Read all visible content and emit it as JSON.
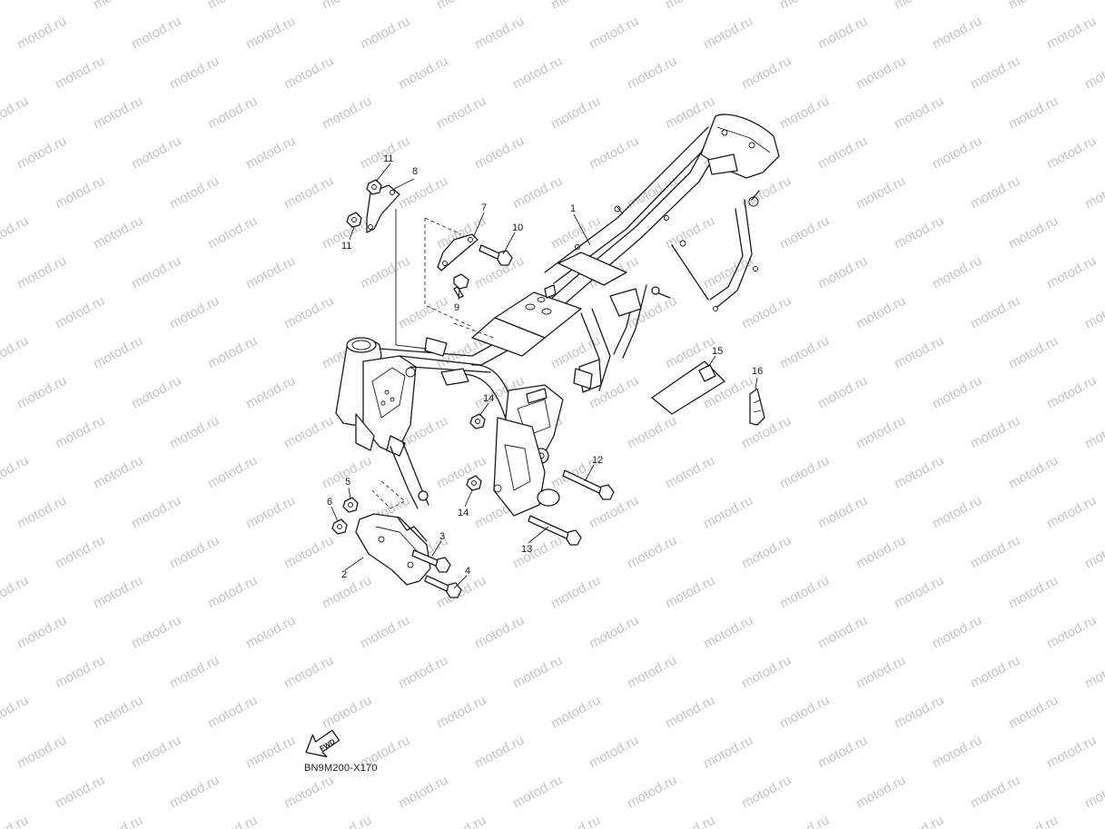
{
  "watermark": "motod.ru",
  "diagram_code": "BN9M200-X170",
  "fwd_label": "FWD",
  "callouts": [
    "1",
    "2",
    "3",
    "4",
    "5",
    "6",
    "7",
    "8",
    "9",
    "10",
    "11",
    "11",
    "12",
    "13",
    "14",
    "14",
    "15",
    "16"
  ]
}
